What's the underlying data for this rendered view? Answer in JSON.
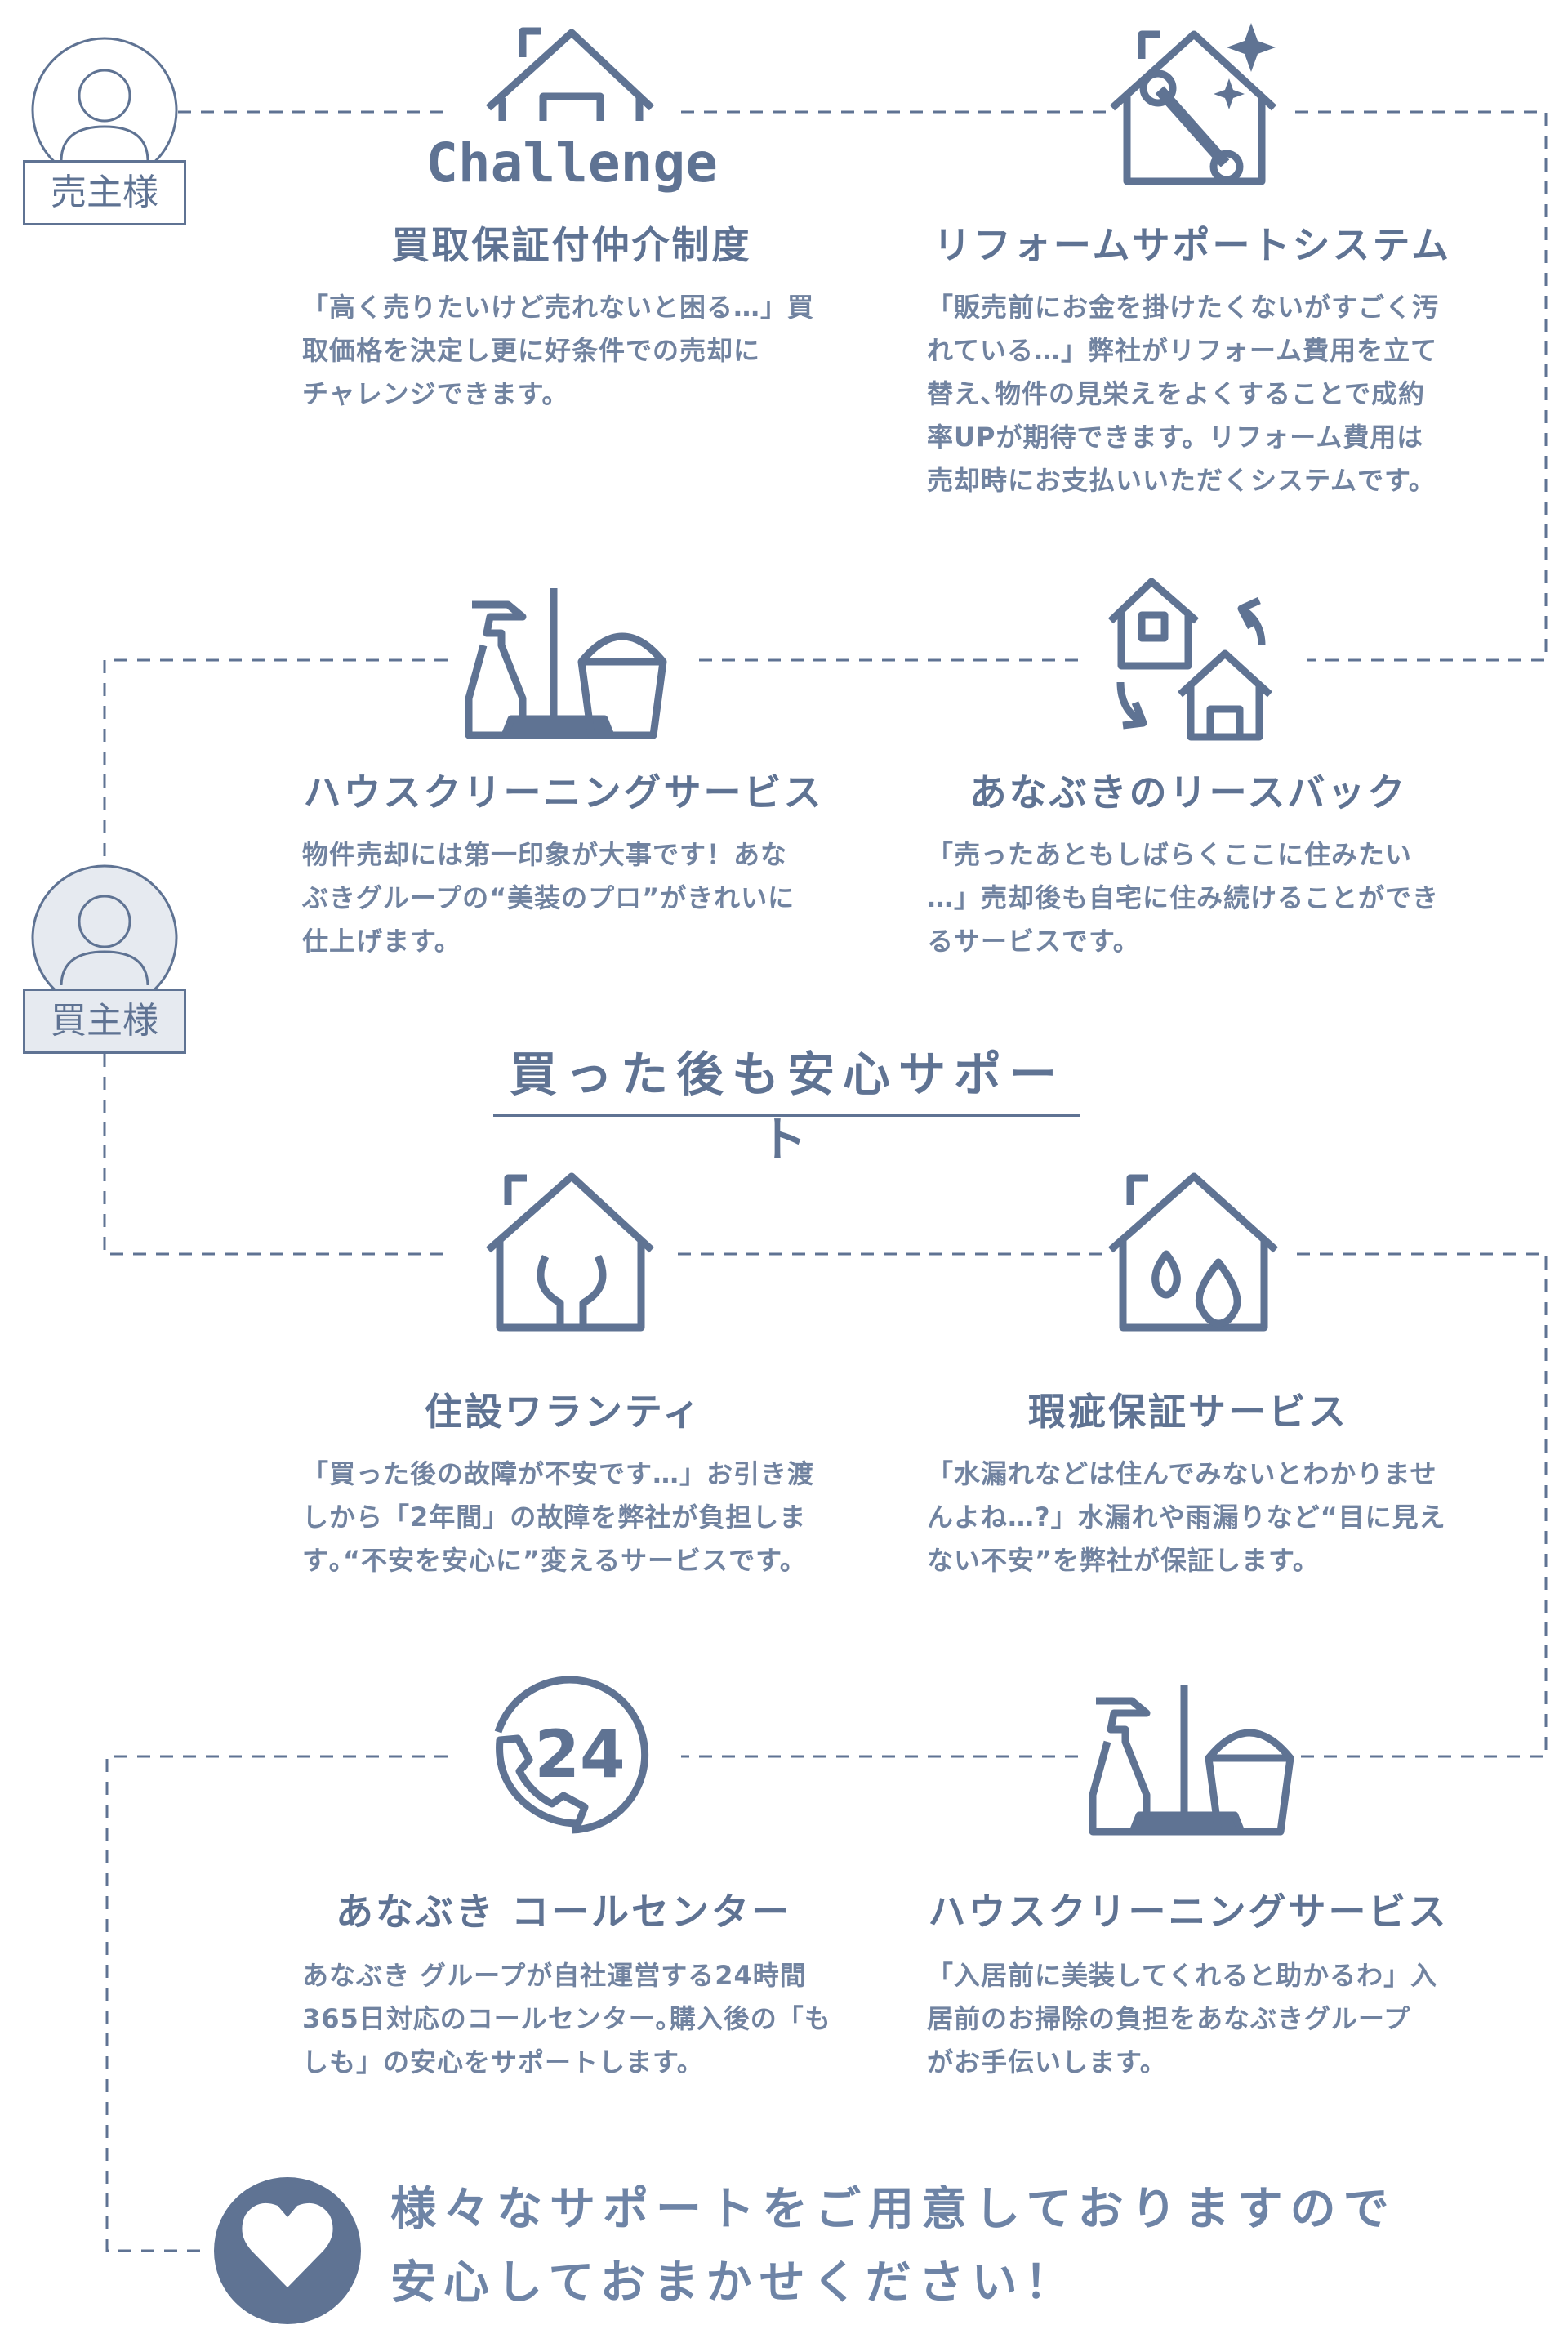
{
  "roles": {
    "seller": {
      "label": "売主様"
    },
    "buyer": {
      "label": "買主様"
    }
  },
  "seller_items": [
    {
      "icon": "house-challenge-icon",
      "icon_text": "Challenge",
      "title": "買取保証付仲介制度",
      "desc": [
        "「高く売りたいけど売れないと困る…」買",
        "取価格を決定し更に好条件での売却に",
        "チャレンジできます。"
      ]
    },
    {
      "icon": "house-wrench-sparkle-icon",
      "title": "リフォームサポートシステム",
      "desc": [
        "「販売前にお金を掛けたくないがすごく汚",
        "れている…」弊社がリフォーム費用を立て",
        "替え､物件の見栄えをよくすることで成約",
        "率UPが期待できます。リフォーム費用は",
        "売却時にお支払いいただくシステムです。"
      ]
    },
    {
      "icon": "cleaning-supplies-icon",
      "title": "ハウスクリーニングサービス",
      "desc": [
        "物件売却には第一印象が大事です！あな",
        "ぶきグループの“美装のプロ”がきれいに",
        "仕上げます。"
      ]
    },
    {
      "icon": "house-exchange-icon",
      "title": "あなぶきのリースバック",
      "desc": [
        "「売ったあともしばらくここに住みたい",
        "…」売却後も自宅に住み続けることができ",
        "るサービスです。"
      ]
    }
  ],
  "buyer_section": {
    "title": "買った後も安心サポート"
  },
  "buyer_items": [
    {
      "icon": "house-wrench-icon",
      "title": "住設ワランティ",
      "desc": [
        "「買った後の故障が不安です…」お引き渡",
        "しから「2年間」の故障を弊社が負担しま",
        "す｡“不安を安心に”変えるサービスです。"
      ]
    },
    {
      "icon": "house-water-drop-icon",
      "title": "瑕疵保証サービス",
      "desc": [
        "「水漏れなどは住んでみないとわかりませ",
        "んよね…?」水漏れや雨漏りなど“目に見え",
        "ない不安”を弊社が保証します。"
      ]
    },
    {
      "icon": "phone-24-icon",
      "icon_text": "24",
      "title": "あなぶき コールセンター",
      "desc": [
        "あなぶき グループが自社運営する24時間",
        "365日対応のコールセンター｡購入後の「も",
        "しも」の安心をサポートします。"
      ]
    },
    {
      "icon": "cleaning-supplies-icon",
      "title": "ハウスクリーニングサービス",
      "desc": [
        "「入居前に美装してくれると助かるわ」入",
        "居前のお掃除の負担をあなぶきグループ",
        "がお手伝いします。"
      ]
    }
  ],
  "closing": {
    "icon": "heart-icon",
    "line1": "様々なサポートをご用意しておりますので",
    "line2": "安心しておまかせください！"
  },
  "colors": {
    "primary": "#5f7393",
    "text": "#7183a0",
    "badge_bg": "#e6eaf0"
  }
}
